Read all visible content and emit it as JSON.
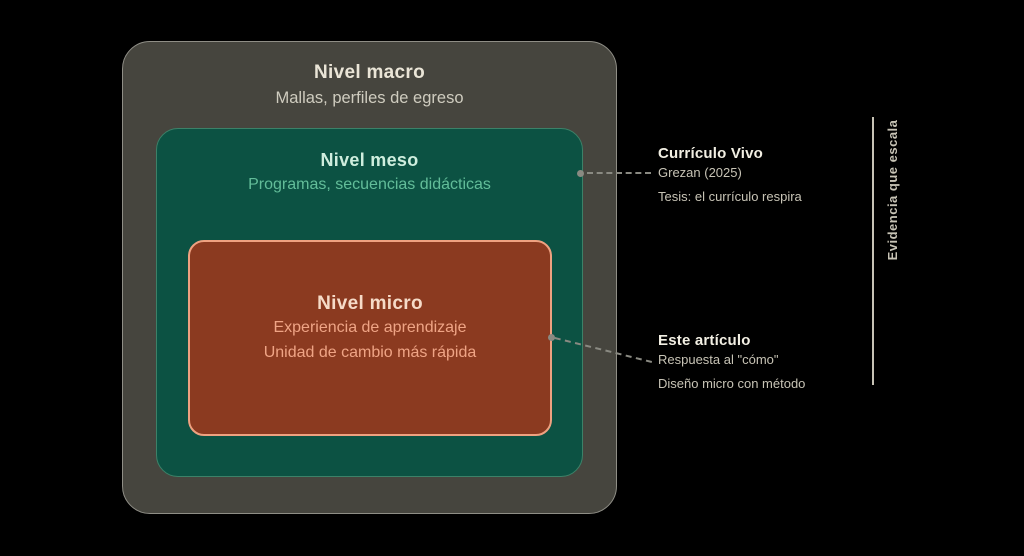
{
  "diagram": {
    "levels": [
      {
        "id": "macro",
        "title": "Nivel macro",
        "subtitle": "Mallas, perfiles de egreso",
        "fill": "#46453e",
        "border": "#8f8e86",
        "title_color": "#eae5d7",
        "subtitle_color": "#cfccbf"
      },
      {
        "id": "meso",
        "title": "Nivel meso",
        "subtitle": "Programas, secuencias didácticas",
        "fill": "#0c5243",
        "border": "#3c8168",
        "title_color": "#cfeede",
        "subtitle_color": "#62bd99"
      },
      {
        "id": "micro",
        "title": "Nivel micro",
        "line1": "Experiencia de aprendizaje",
        "line2": "Unidad de cambio más rápida",
        "fill": "#8b3a20",
        "border": "#efa180",
        "title_color": "#f6dbc8",
        "text_color": "#efa485"
      }
    ]
  },
  "annotations": [
    {
      "title": "Currículo Vivo",
      "line1": "Grezan (2025)",
      "line2": "Tesis: el currículo respira",
      "points_to": "meso"
    },
    {
      "title": "Este artículo",
      "line1": "Respuesta al \"cómo\"",
      "line2": "Diseño micro con método",
      "points_to": "micro"
    }
  ],
  "side_label": {
    "text": "Evidencia que escala"
  },
  "colors": {
    "background": "#000000",
    "connector": "#8a8a82",
    "side_rule": "#c7c3b5",
    "annotation_title": "#f2efe3",
    "annotation_body": "#c7c3b5"
  }
}
